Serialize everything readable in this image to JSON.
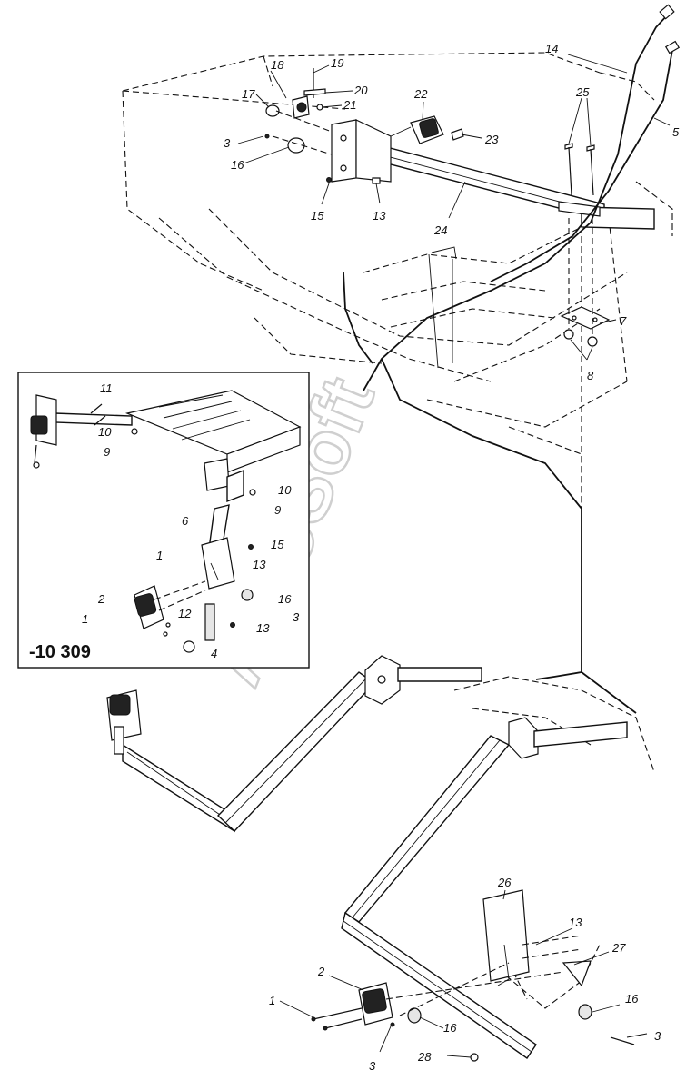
{
  "diagram": {
    "inset_code": "-10 309",
    "watermark": "AutoSoft",
    "callouts": [
      {
        "id": "c1",
        "text": "1"
      },
      {
        "id": "c2",
        "text": "2"
      },
      {
        "id": "c3a",
        "text": "3"
      },
      {
        "id": "c3b",
        "text": "3"
      },
      {
        "id": "c3c",
        "text": "3"
      },
      {
        "id": "c5",
        "text": "5"
      },
      {
        "id": "c7",
        "text": "7"
      },
      {
        "id": "c8",
        "text": "8"
      },
      {
        "id": "c13a",
        "text": "13"
      },
      {
        "id": "c13b",
        "text": "13"
      },
      {
        "id": "c14",
        "text": "14"
      },
      {
        "id": "c15",
        "text": "15"
      },
      {
        "id": "c16a",
        "text": "16"
      },
      {
        "id": "c16b",
        "text": "16"
      },
      {
        "id": "c16c",
        "text": "16"
      },
      {
        "id": "c17",
        "text": "17"
      },
      {
        "id": "c18",
        "text": "18"
      },
      {
        "id": "c19",
        "text": "19"
      },
      {
        "id": "c20",
        "text": "20"
      },
      {
        "id": "c21",
        "text": "21"
      },
      {
        "id": "c22",
        "text": "22"
      },
      {
        "id": "c23",
        "text": "23"
      },
      {
        "id": "c24",
        "text": "24"
      },
      {
        "id": "c25",
        "text": "25"
      },
      {
        "id": "c26",
        "text": "26"
      },
      {
        "id": "c27",
        "text": "27"
      },
      {
        "id": "c28",
        "text": "28"
      }
    ],
    "inset_callouts": [
      {
        "id": "i11",
        "text": "11"
      },
      {
        "id": "i10a",
        "text": "10"
      },
      {
        "id": "i9a",
        "text": "9"
      },
      {
        "id": "i10b",
        "text": "10"
      },
      {
        "id": "i9b",
        "text": "9"
      },
      {
        "id": "i6",
        "text": "6"
      },
      {
        "id": "i15",
        "text": "15"
      },
      {
        "id": "i1a",
        "text": "1"
      },
      {
        "id": "i13a",
        "text": "13"
      },
      {
        "id": "i2",
        "text": "2"
      },
      {
        "id": "i16",
        "text": "16"
      },
      {
        "id": "i1b",
        "text": "1"
      },
      {
        "id": "i12",
        "text": "12"
      },
      {
        "id": "i3",
        "text": "3"
      },
      {
        "id": "i13b",
        "text": "13"
      },
      {
        "id": "i4",
        "text": "4"
      }
    ]
  }
}
